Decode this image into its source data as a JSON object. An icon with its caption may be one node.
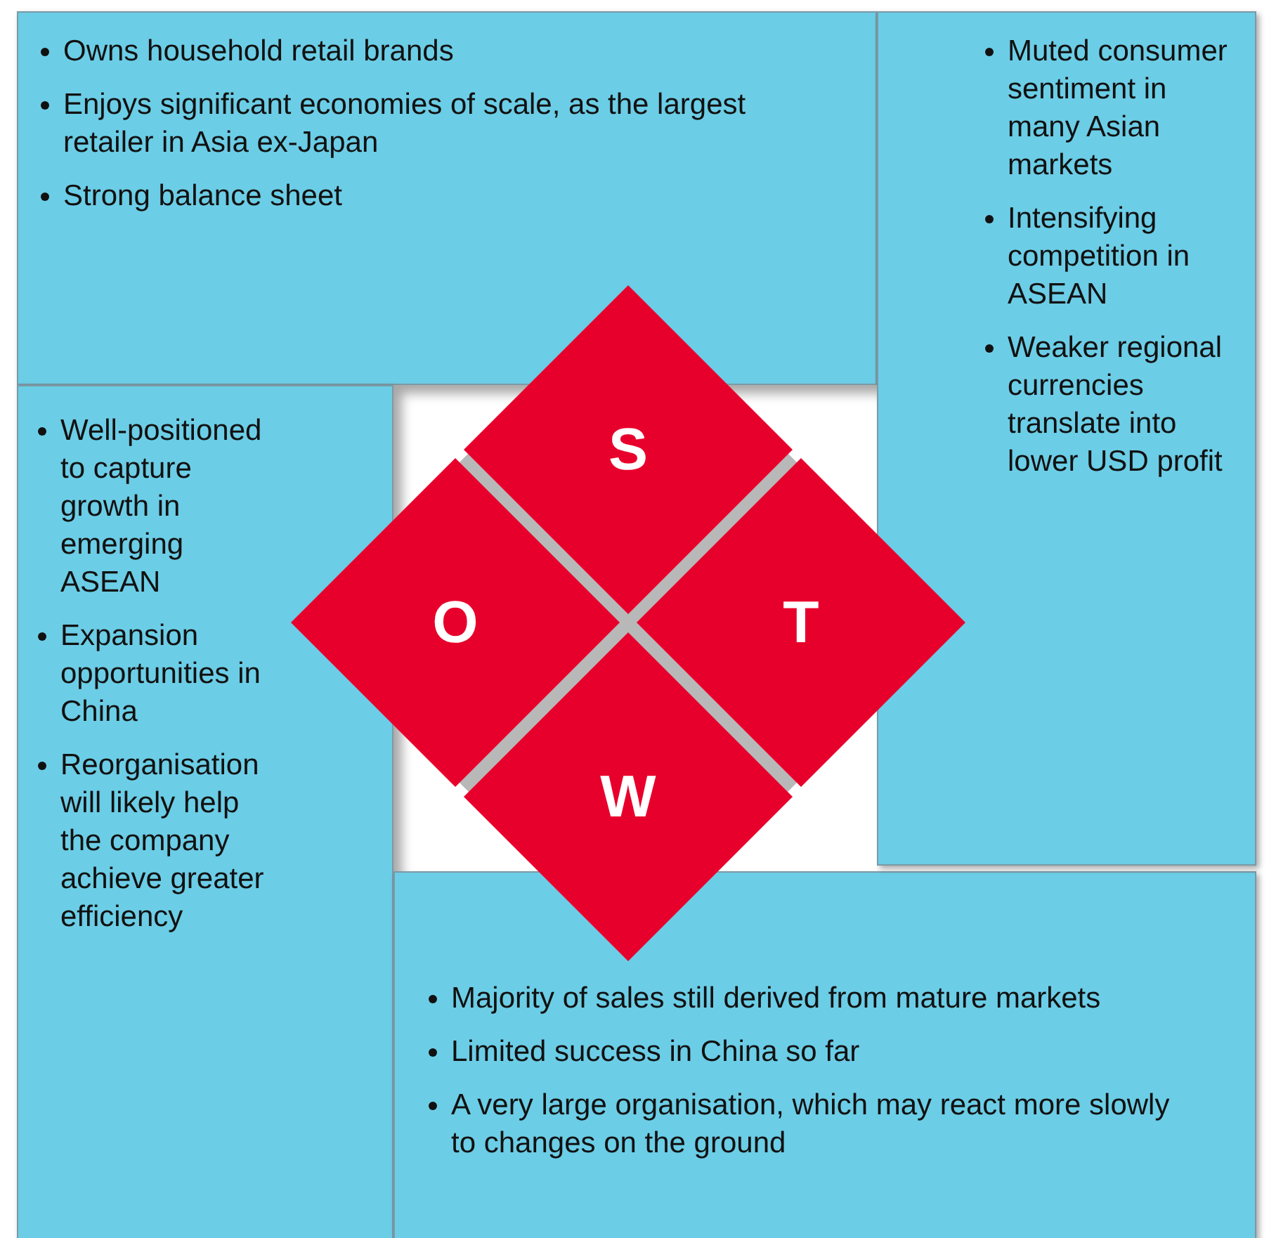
{
  "diagram": {
    "nodes": [
      {
        "text": [
          "Owns household retail brands",
          "Enjoys significant economies of scale, as the largest retailer in Asia ex-Japan",
          "Strong balance sheet"
        ]
      },
      {
        "text": [
          "Muted consumer sentiment in many Asian markets",
          "Intensifying competition in ASEAN",
          "Weaker regional currencies translate into lower USD profit"
        ]
      },
      {
        "text": [
          "S"
        ]
      },
      {
        "text": [
          "Well-positioned to capture growth in emerging ASEAN",
          "Expansion opportunities in China",
          "Reorganisation will likely help the company achieve greater efficiency"
        ]
      },
      {
        "text": [
          "O"
        ]
      },
      {
        "text": [
          "T"
        ]
      },
      {
        "text": [
          "W"
        ]
      },
      {
        "text": [
          "Majority of sales still derived from mature markets",
          "Limited success in China so far",
          "A very large organisation, which may react more slowly to changes on the ground"
        ]
      }
    ]
  }
}
